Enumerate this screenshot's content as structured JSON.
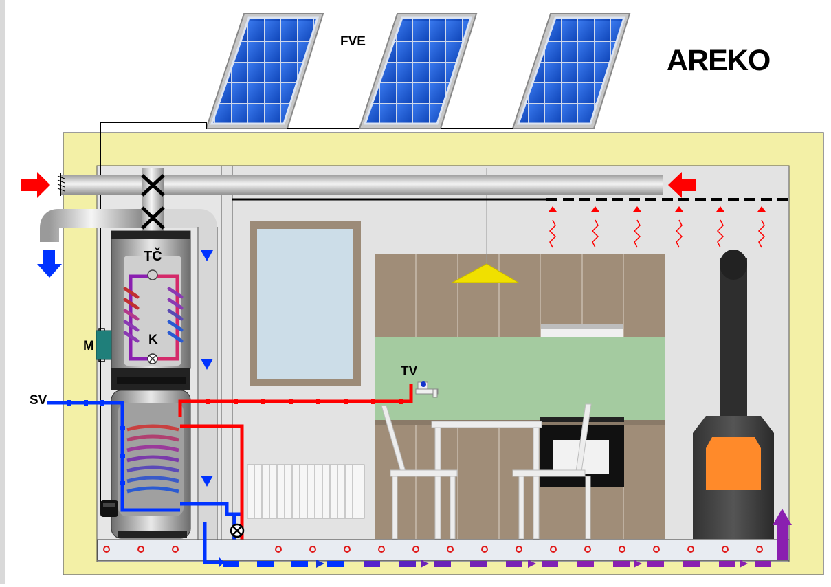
{
  "labels": {
    "fve": "FVE",
    "brand": "AREKO",
    "heat_pump": "TČ",
    "compressor": "K",
    "motor": "M",
    "cold_water": "SV",
    "hot_water": "TV"
  },
  "colors": {
    "wall": "#f3f0a6",
    "room": "#e3e3e3",
    "panel": "#1f5fd1",
    "hot": "#ff0000",
    "cold": "#0033ff",
    "floor_flow": "#8a1fb0",
    "stove_fire": "#ff8a2a",
    "cabinets": "#a08d78",
    "backsplash": "#a4cba0",
    "lamp": "#f0e000"
  },
  "icons": [
    "solar-panel-icon",
    "red-arrow-icon",
    "blue-arrow-icon",
    "damper-x-icon",
    "fan-icon",
    "valve-icon",
    "radiator-icon",
    "stove-icon",
    "lamp-icon",
    "faucet-icon"
  ]
}
